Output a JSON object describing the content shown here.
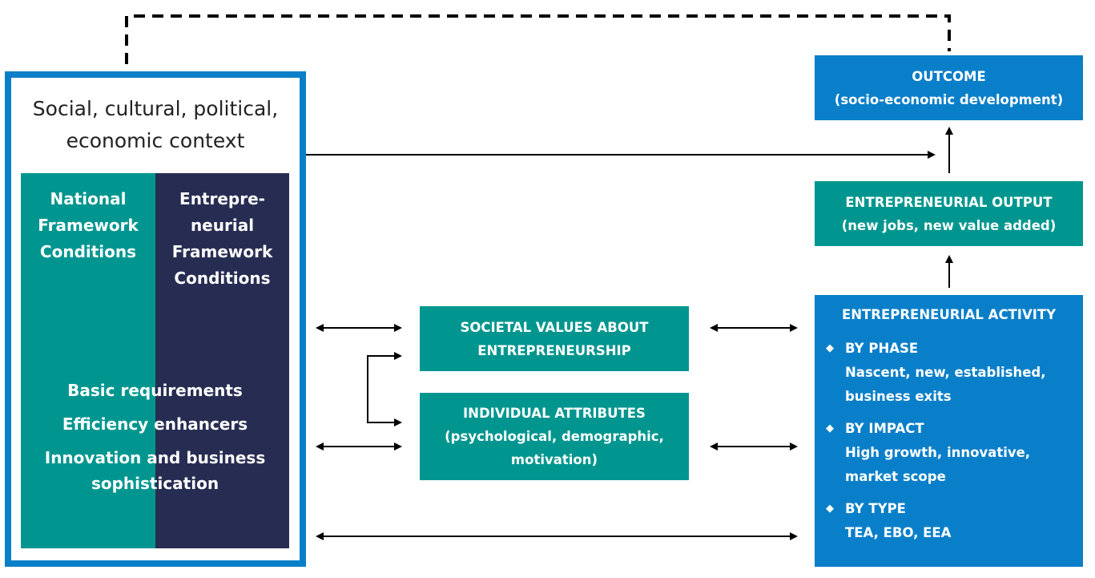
{
  "colors": {
    "blue": "#0a7fc9",
    "teal": "#00968f",
    "navy": "#272d52"
  },
  "context": {
    "title_line1": "Social, cultural, political,",
    "title_line2": "economic context"
  },
  "national": {
    "line1": "National",
    "line2": "Framework",
    "line3": "Conditions"
  },
  "entrepreneurial_fc": {
    "line1": "Entrepre-",
    "line2": "neurial",
    "line3": "Framework",
    "line4": "Conditions"
  },
  "pillars": [
    "Basic requirements",
    "Efficiency enhancers",
    "Innovation and business",
    "sophistication"
  ],
  "societal": {
    "line1": "SOCIETAL VALUES ABOUT",
    "line2": "ENTREPRENEURSHIP"
  },
  "individual": {
    "line1": "INDIVIDUAL ATTRIBUTES",
    "line2": "(psychological, demographic,",
    "line3": "motivation)"
  },
  "outcome": {
    "line1": "OUTCOME",
    "line2": "(socio-economic development)"
  },
  "output": {
    "line1": "ENTREPRENEURIAL OUTPUT",
    "line2": "(new jobs, new value added)"
  },
  "activity": {
    "title": "ENTREPRENEURIAL ACTIVITY",
    "bullet": "◆",
    "items": [
      {
        "head": "BY PHASE",
        "l1": "Nascent, new, established,",
        "l2": "business exits"
      },
      {
        "head": "BY IMPACT",
        "l1": "High growth, innovative,",
        "l2": "market scope"
      },
      {
        "head": "BY TYPE",
        "l1": "TEA, EBO, EEA"
      }
    ]
  }
}
